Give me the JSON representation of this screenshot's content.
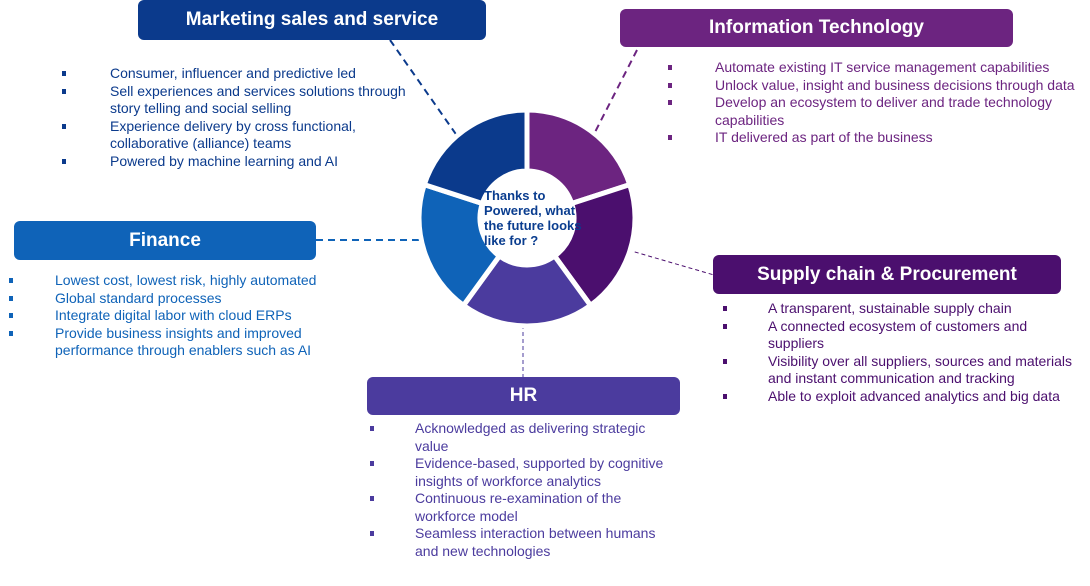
{
  "center_text": "Thanks to Powered, what the future looks like for ?",
  "colors": {
    "marketing": "#0b3a8c",
    "it": "#6c2480",
    "finance": "#0f63b8",
    "supply": "#4b0f6e",
    "hr": "#4b3b9e"
  },
  "sections": {
    "marketing": {
      "title": "Marketing sales and service",
      "items": [
        "Consumer, influencer and predictive led",
        "Sell experiences and services solutions through story telling and social selling",
        "Experience delivery by cross functional, collaborative (alliance) teams",
        "Powered by machine learning and AI"
      ]
    },
    "it": {
      "title": "Information Technology",
      "items": [
        "Automate existing IT service management capabilities",
        "Unlock value, insight and business decisions through data",
        "Develop an ecosystem to deliver and trade technology capabilities",
        "IT delivered as part of the business"
      ]
    },
    "finance": {
      "title": "Finance",
      "items": [
        "Lowest cost, lowest risk, highly automated",
        "Global standard processes",
        "Integrate digital labor with cloud ERPs",
        "Provide business insights and improved performance through enablers such as AI"
      ]
    },
    "supply": {
      "title": "Supply chain & Procurement",
      "items": [
        "A transparent, sustainable supply chain",
        "A connected ecosystem of customers and suppliers",
        "Visibility over all suppliers, sources and materials and instant communication and tracking",
        "Able to exploit advanced analytics and big data"
      ]
    },
    "hr": {
      "title": "HR",
      "items": [
        "Acknowledged as delivering strategic value",
        "Evidence-based, supported by cognitive insights of workforce analytics",
        "Continuous re-examination of the workforce model",
        "Seamless interaction between humans and new technologies"
      ]
    }
  }
}
